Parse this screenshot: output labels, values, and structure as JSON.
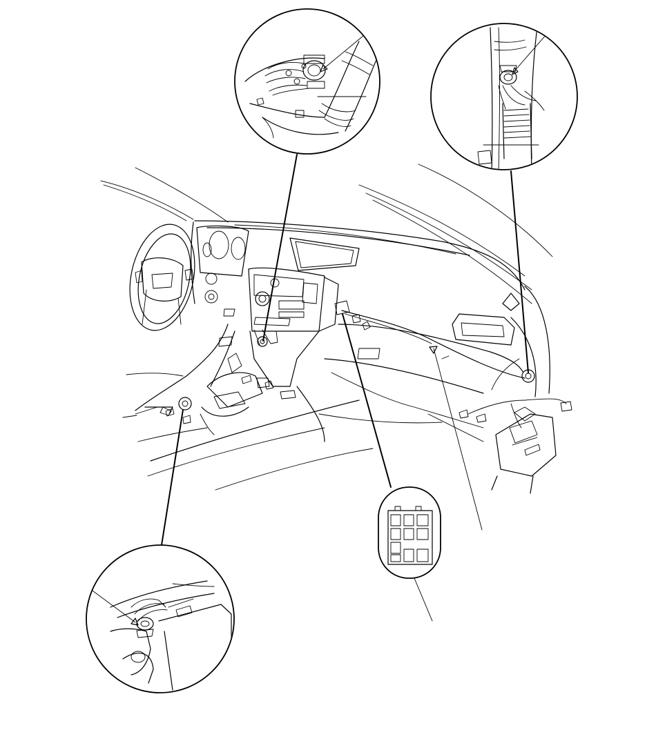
{
  "diagram": {
    "style": "monochrome line-art",
    "colors": {
      "line": "#000000",
      "background": "#ffffff"
    },
    "detail_views": [
      {
        "name": "upper-center-detail"
      },
      {
        "name": "upper-right-detail"
      },
      {
        "name": "lower-left-detail"
      },
      {
        "name": "connector-detail"
      }
    ]
  }
}
